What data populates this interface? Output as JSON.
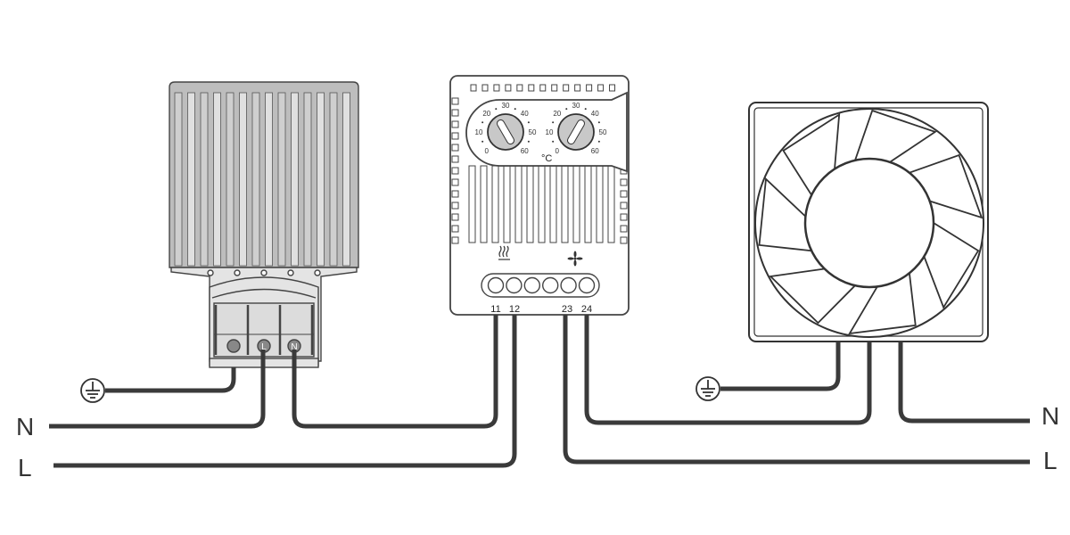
{
  "left_labels": {
    "neutral": "N",
    "live": "L"
  },
  "right_labels": {
    "neutral": "N",
    "live": "L"
  },
  "heater": {
    "terminals": [
      "earth",
      "L",
      "N"
    ],
    "terminal_glyphs": {
      "live": "L",
      "neutral": "N"
    }
  },
  "thermostat": {
    "unit": "°C",
    "dial_scale": [
      "0",
      "10",
      "20",
      "30",
      "40",
      "50",
      "60"
    ],
    "heat_icon": "heating-icon",
    "fan_icon": "fan-icon",
    "terminals": [
      "11",
      "12",
      "23",
      "24"
    ]
  },
  "colors": {
    "wire": "#3a3a3a",
    "body": "#e6e6e6",
    "fins": "#b8b8b8",
    "dial": "#c8c8c8"
  }
}
